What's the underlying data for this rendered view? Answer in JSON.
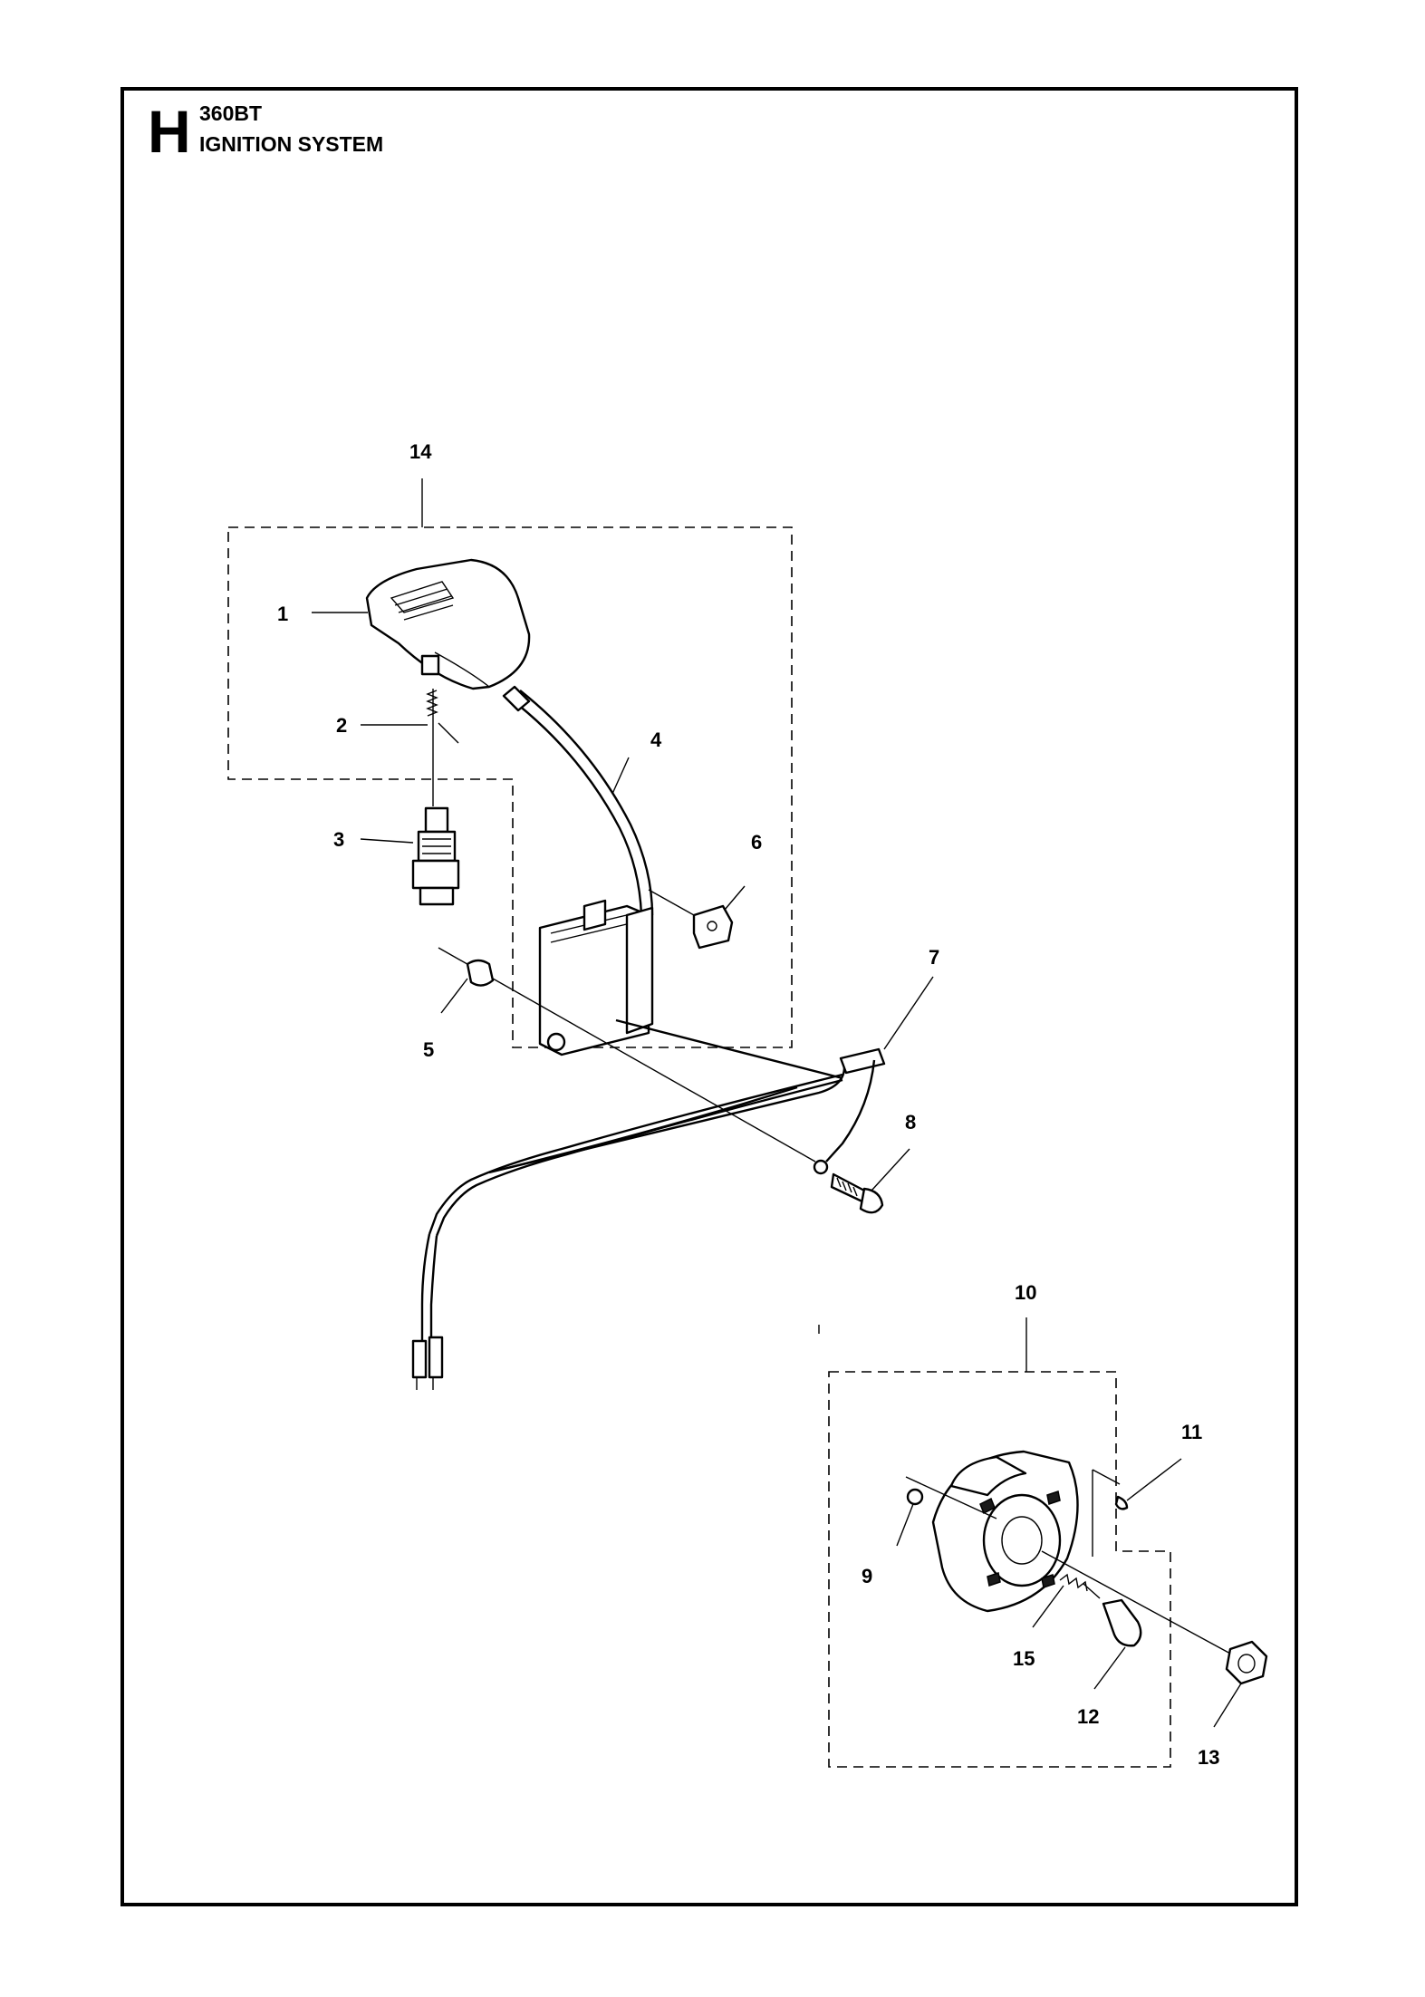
{
  "header": {
    "section_letter": "H",
    "model": "360BT",
    "title": "IGNITION SYSTEM"
  },
  "callouts": [
    "1",
    "2",
    "3",
    "4",
    "5",
    "6",
    "7",
    "8",
    "9",
    "10",
    "11",
    "12",
    "13",
    "14",
    "15"
  ]
}
